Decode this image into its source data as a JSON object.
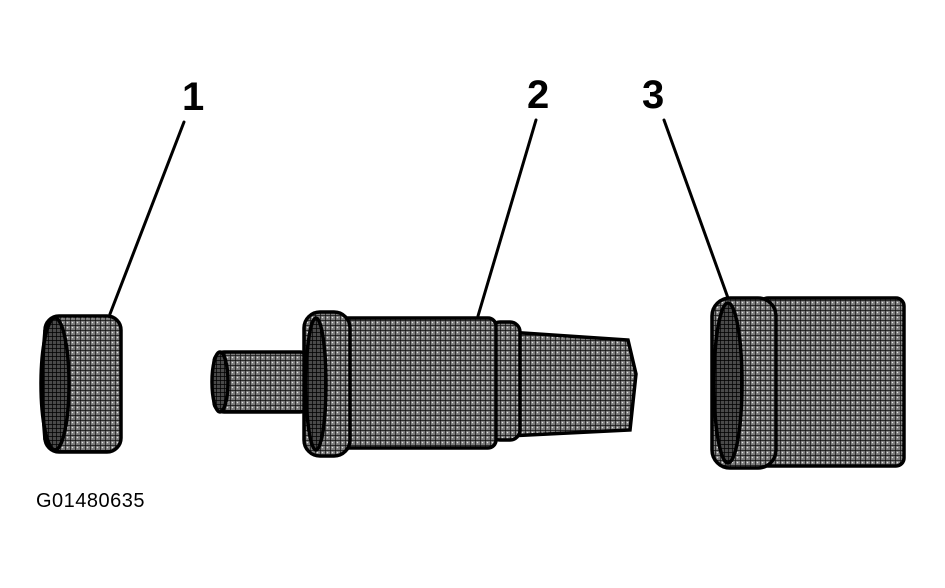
{
  "callouts": [
    {
      "id": "1"
    },
    {
      "id": "2"
    },
    {
      "id": "3"
    }
  ],
  "figure_code": "G01480635",
  "colors": {
    "ink": "#000000",
    "shade": "#6e6e6e",
    "background": "#ffffff"
  }
}
